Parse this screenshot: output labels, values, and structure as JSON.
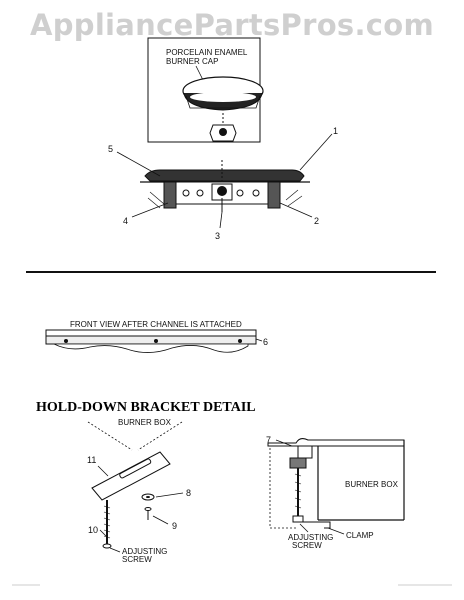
{
  "watermark": "AppliancePartsPros.com",
  "burner": {
    "cap_label_line1": "PORCELAIN ENAMEL",
    "cap_label_line2": "BURNER CAP",
    "callouts": [
      "1",
      "2",
      "3",
      "4",
      "5"
    ]
  },
  "front_view": {
    "caption": "FRONT VIEW AFTER CHANNEL IS ATTACHED",
    "callout": "6"
  },
  "bracket_detail": {
    "heading": "HOLD-DOWN BRACKET DETAIL",
    "burner_box_label": "BURNER BOX",
    "callouts": [
      "11",
      "8",
      "9",
      "10"
    ],
    "adjusting_screw_line1": "ADJUSTING",
    "adjusting_screw_line2": "SCREW"
  },
  "side_view": {
    "callout": "7",
    "burner_box_label": "BURNER BOX",
    "adjusting_screw_line1": "ADJUSTING",
    "adjusting_screw_line2": "SCREW",
    "clamp_label": "CLAMP"
  }
}
